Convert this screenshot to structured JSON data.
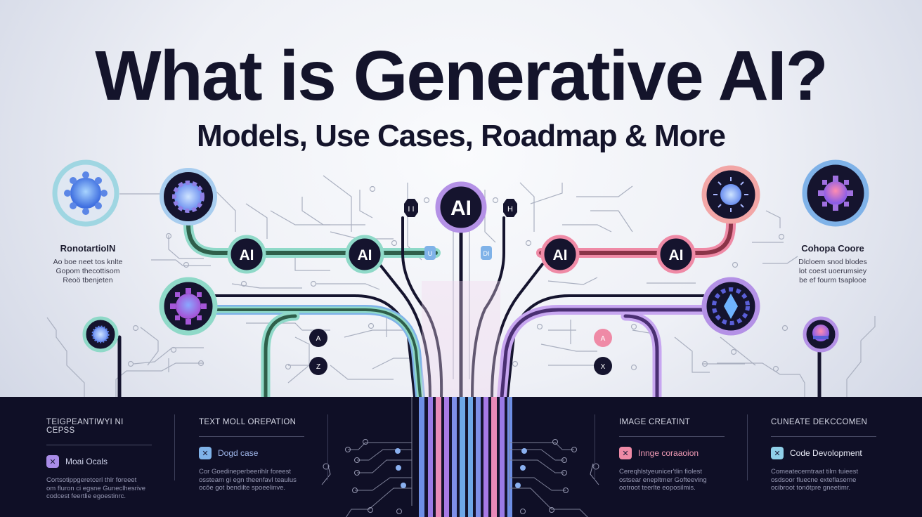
{
  "header": {
    "title": "What is Generative AI?",
    "subtitle": "Models, Use Cases, Roadmap & More"
  },
  "diagram": {
    "center_node": {
      "label": "AI",
      "ring_color": "#b491e6"
    },
    "left_branch": {
      "ai_nodes": [
        "AI",
        "AI"
      ],
      "ring_color": "#8fd9c8",
      "line_color": "#2f5f4a"
    },
    "right_branch": {
      "ai_nodes": [
        "AI",
        "AI"
      ],
      "ring_color": "#ef8aa6",
      "line_color": "#8a3448"
    },
    "left_label": {
      "heading": "RonotartioIN",
      "lines": [
        "Ao boe neet tos knlte",
        "Gopom thecottisom",
        "Reoö tbenjeten"
      ]
    },
    "right_label": {
      "heading": "Cohopa Coore",
      "lines": [
        "Dlcloem snod blodes",
        "lot coest uoerumsiey",
        "be ef fourm tsaplooe"
      ]
    },
    "small_chips": {
      "top_left": "I I",
      "top_right": "H",
      "mid_left": "U",
      "mid_right": "DI",
      "lower_left_1": "A",
      "lower_left_2": "Z",
      "lower_right_1": "A",
      "lower_right_2": "X"
    },
    "colors": {
      "dark_node": "#15142e",
      "teal": "#8fd9c8",
      "blue": "#7fb2e8",
      "pink": "#ef8aa6",
      "purple": "#b491e6",
      "circuit": "#a8adbd"
    }
  },
  "bottom_panel": {
    "background": "#0f0f26",
    "cards": [
      {
        "category": "TEIGPEANTIWYI NI CEPSS",
        "icon": "x-icon",
        "icon_glyph": "✕",
        "icon_color": "#a98ce8",
        "label": "Moai Ocals",
        "description": [
          "Cortsotippgeretcerl thlr foreeet",
          "om fluron ci egsne Guneclhesrive",
          "codcest feertlie egoestinrc."
        ]
      },
      {
        "category": "TEXT MOLL OREPATION",
        "icon": "x-icon",
        "icon_glyph": "✕",
        "icon_color": "#7fb2e8",
        "label": "Dogd case",
        "description": [
          "Cor Goedineperbeerihlr foreest",
          "ossteam gi egn theenfavl teaulus",
          "ocôe got bendilte spoeelinve."
        ]
      },
      {
        "category": "IMAGE CREATINT",
        "icon": "x-icon",
        "icon_glyph": "✕",
        "icon_color": "#ef8aa6",
        "label": "Innge coraaoion",
        "description": [
          "Cereqhlstyeunicer'tlin fiolest",
          "ostsear enepltmer Gofteeving",
          "ootroot teerlte eoposilmis."
        ]
      },
      {
        "category": "CUNEATE DEKCCOMEN",
        "icon": "x-icon",
        "icon_glyph": "✕",
        "icon_color": "#8fcfe8",
        "label": "Code Devolopment",
        "description": [
          "Comeatecerntraat tilm tuieest",
          "osdsoor fluecne exteflaserne",
          "ocibroot tonötpre gneetimr."
        ]
      }
    ]
  }
}
